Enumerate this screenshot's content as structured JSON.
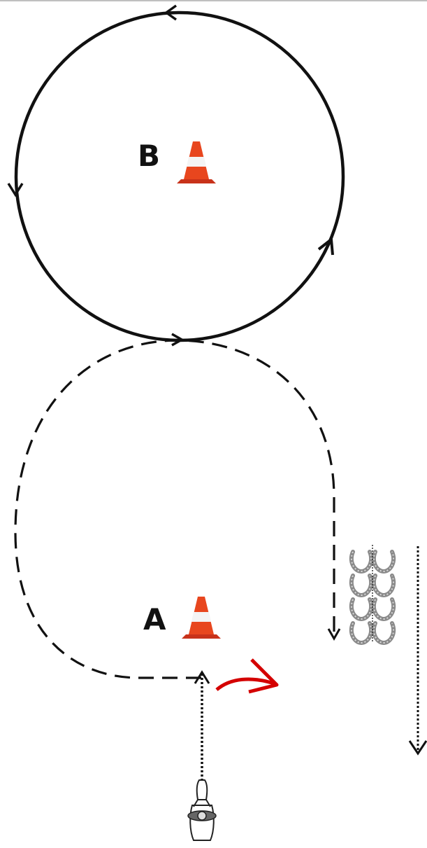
{
  "labels": {
    "cone_b": "B",
    "cone_a": "A"
  },
  "colors": {
    "path": "#111111",
    "cone_orange": "#e8461e",
    "cone_stripe": "#f4f4f4",
    "red_arrow": "#d40000",
    "horseshoe": "#8a8a8a"
  },
  "icons": {
    "cone": "traffic-cone-icon",
    "horseshoe": "horseshoe-icon",
    "rider": "horse-rider-topview-icon"
  },
  "horseshoe_grid": {
    "rows": 4,
    "cols": 2
  }
}
